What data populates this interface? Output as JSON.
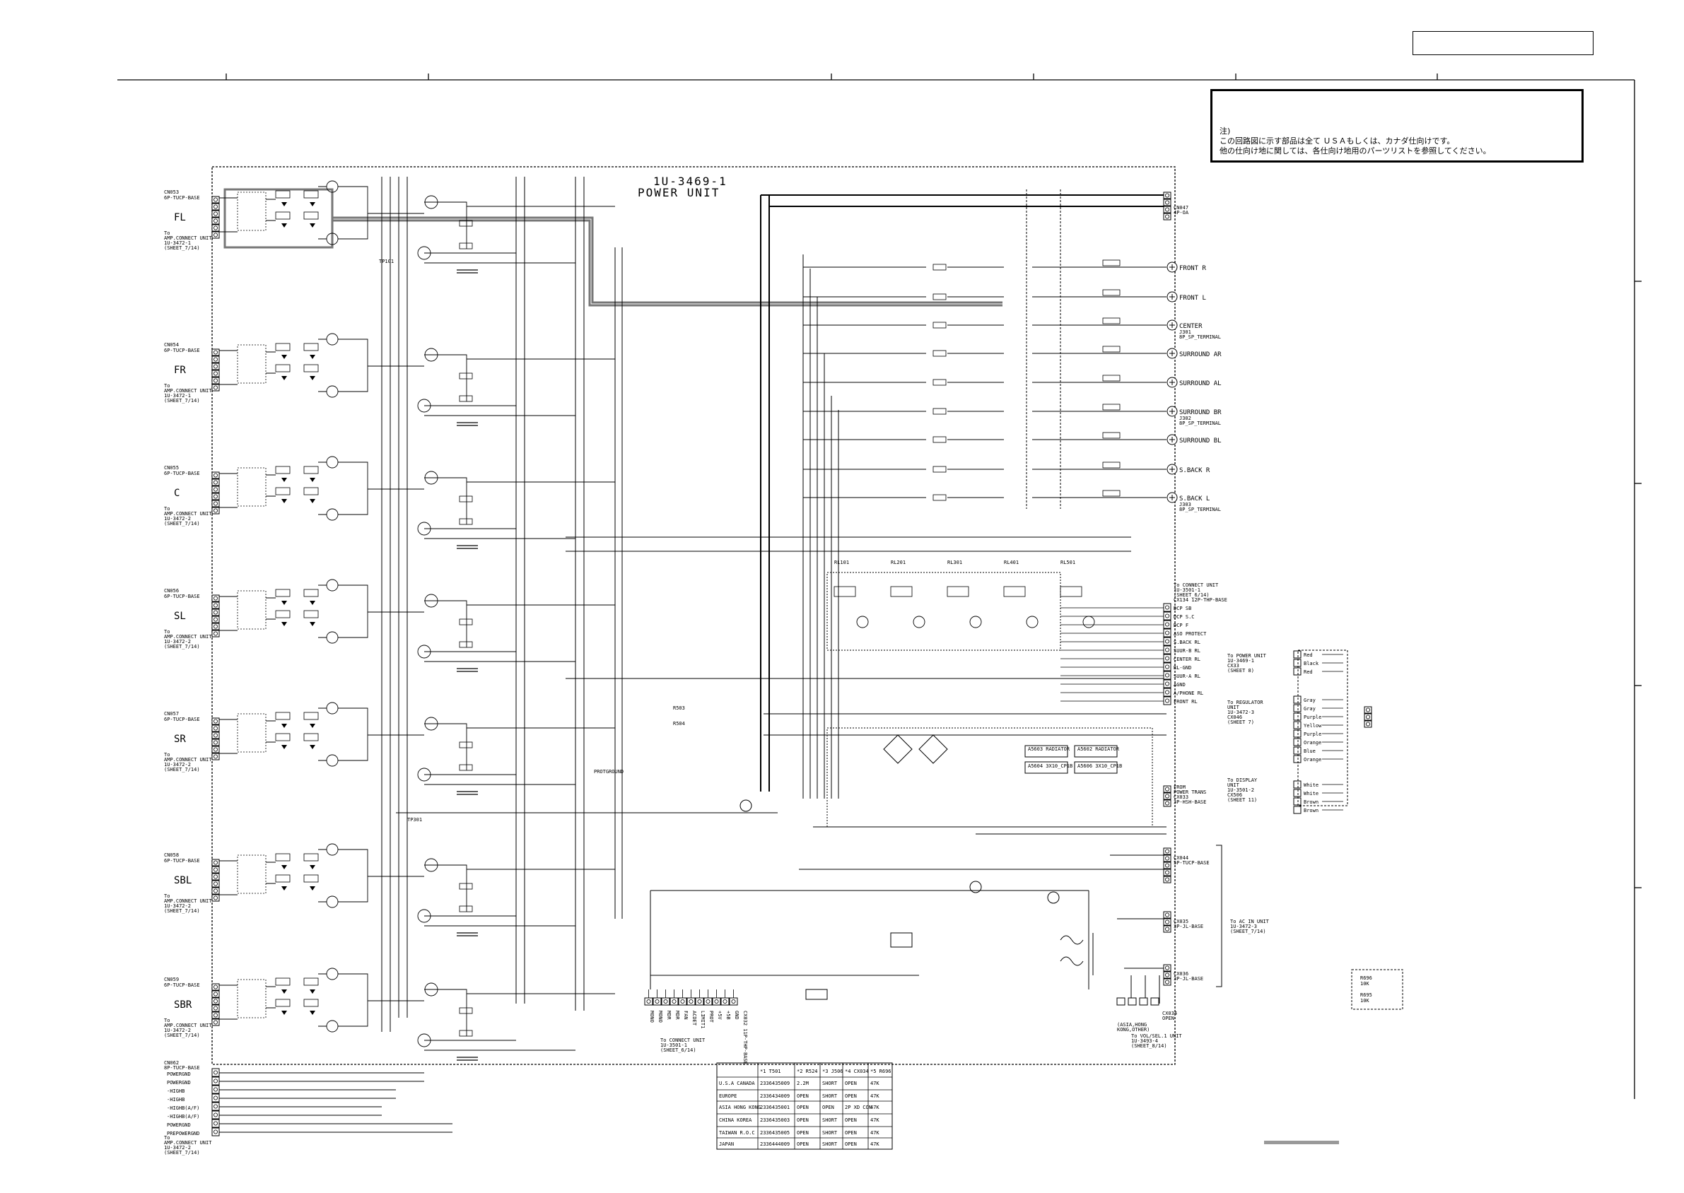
{
  "board": {
    "title_1": "1U-3469-1",
    "title_2": "POWER UNIT"
  },
  "note": {
    "line1": "注)",
    "line2": "この回路図に示す部品は全て ＵＳＡもしくは、カナダ仕向けです。",
    "line3": "他の仕向け地に関しては、各仕向け地用のパーツリストを参照してください。"
  },
  "channels": [
    {
      "name": "FL",
      "cn": "CN053",
      "conn": "6P-TUCP-BASE",
      "to1": "To",
      "to2": "AMP.CONNECT UNIT",
      "to3": "1U-3472-1",
      "to4": "(SHEET_7/14)"
    },
    {
      "name": "FR",
      "cn": "CN054",
      "conn": "6P-TUCP-BASE",
      "to1": "To",
      "to2": "AMP.CONNECT UNIT",
      "to3": "1U-3472-1",
      "to4": "(SHEET_7/14)"
    },
    {
      "name": "C",
      "cn": "CN055",
      "conn": "6P-TUCP-BASE",
      "to1": "To",
      "to2": "AMP.CONNECT UNIT",
      "to3": "1U-3472-2",
      "to4": "(SHEET_7/14)"
    },
    {
      "name": "SL",
      "cn": "CN056",
      "conn": "6P-TUCP-BASE",
      "to1": "To",
      "to2": "AMP.CONNECT UNIT",
      "to3": "1U-3472-2",
      "to4": "(SHEET_7/14)"
    },
    {
      "name": "SR",
      "cn": "CN057",
      "conn": "6P-TUCP-BASE",
      "to1": "To",
      "to2": "AMP.CONNECT UNIT",
      "to3": "1U-3472-2",
      "to4": "(SHEET_7/14)"
    },
    {
      "name": "SBL",
      "cn": "CN058",
      "conn": "6P-TUCP-BASE",
      "to1": "To",
      "to2": "AMP.CONNECT UNIT",
      "to3": "1U-3472-2",
      "to4": "(SHEET_7/14)"
    },
    {
      "name": "SBR",
      "cn": "CN059",
      "conn": "6P-TUCP-BASE",
      "to1": "To",
      "to2": "AMP.CONNECT UNIT",
      "to3": "1U-3472-2",
      "to4": "(SHEET_7/14)"
    }
  ],
  "power_labels": [
    "POWERGND",
    "POWERGND",
    "-HIGHB",
    "-HIGHB",
    "-HIGHB(A/F)",
    "-HIGHB(A/F)",
    "POWERGND",
    "PREPOWERGND"
  ],
  "power_cn": {
    "cn": "CN062",
    "conn": "8P-TUCP-BASE",
    "to1": "To",
    "to2": "AMP.CONNECT UNIT",
    "to3": "1U-3472-2",
    "to4": "(SHEET_7/14)"
  },
  "outputs": [
    {
      "label": "FRONT R"
    },
    {
      "label": "FRONT L"
    },
    {
      "label": "CENTER"
    },
    {
      "label": "SURROUND AR"
    },
    {
      "label": "SURROUND AL"
    },
    {
      "label": "SURROUND BR"
    },
    {
      "label": "SURROUND BL"
    },
    {
      "label": "S.BACK R"
    },
    {
      "label": "S.BACK L"
    }
  ],
  "terminals": {
    "front_cn": "CN047",
    "front_conn": "4P-OA",
    "j301": "J301",
    "j301_type": "8P_SP_TERMINAL",
    "j302": "J302",
    "j302_type": "8P_SP_TERMINAL",
    "j303": "J303",
    "j303_type": "8P_SP_TERMINAL"
  },
  "ctrl_header": {
    "to1": "To CONNECT UNIT",
    "to2": "1U-3501-1",
    "to3": "(SHEET_6/14)",
    "cn": "CX134",
    "conn": "12P-THP-BASE"
  },
  "ctrl_signals": [
    "DCP SB",
    "DCP S.C",
    "DCP F",
    "ASO PROTECT",
    "S.BACK RL",
    "SUUR-B RL",
    "CENTER RL",
    "RL-GND",
    "SUUR-A RL",
    "AGND",
    "A/PHONE RL",
    "FRONT RL"
  ],
  "relays": [
    "RL101",
    "RL201",
    "RL301",
    "RL401",
    "RL501"
  ],
  "from_trans": {
    "l1": "FROM",
    "l2": "POWER TRANS",
    "cn": "CX033",
    "conn": "3P-HSH-BASE"
  },
  "ac_in": {
    "l1": "To AC IN UNIT",
    "l2": "1U-3472-3",
    "l3": "(SHEET_7/14)",
    "cn1": "CX044",
    "conn1": "5P-TUCP-BASE",
    "cn2": "CX035",
    "conn2": "3P-JL-BASE",
    "cn3": "CX036",
    "conn3": "3P-JL-BASE"
  },
  "bottom_conn": {
    "pins": [
      "MONO",
      "MONO",
      "MDR",
      "MDR",
      "FAN",
      "ACDET",
      "LIMIT1",
      "PROT",
      "+5V",
      "+5B",
      "GND"
    ],
    "cn": "CX032",
    "conn": "11P-THP-BASE",
    "to1": "To CONNECT UNIT",
    "to2": "1U-3501-1",
    "to3": "(SHEET_6/14)"
  },
  "vol_conn": {
    "cn": "CX034",
    "l1": "OPEN",
    "l2": "(ASIA,HONG",
    "l3": "KONG,OTHER)",
    "to1": "To VOL/SEL.1 UNIT",
    "to2": "1U-3493-4",
    "to3": "(SHEET_8/14)"
  },
  "right_conns": {
    "power": {
      "l1": "To POWER UNIT",
      "l2": "1U-3469-1",
      "l3": "CX33",
      "l4": "(SHEET 8)"
    },
    "regulator": {
      "l1": "To REGULATOR",
      "l2": "UNIT",
      "l3": "1U-3472-3",
      "l4": "CX046",
      "l5": "(SHEET 7)"
    },
    "display": {
      "l1": "To DISPLAY",
      "l2": "UNIT",
      "l3": "1U-3501-2",
      "l4": "CX506",
      "l5": "(SHEET 11)"
    },
    "wires": [
      "Red",
      "Black",
      "Red",
      "Gray",
      "Gray",
      "Purple",
      "Yellow",
      "Purple",
      "Orange",
      "Blue",
      "Orange",
      "White",
      "White",
      "Brown",
      "Brown"
    ]
  },
  "radiators": [
    "A5603 RADIATOR",
    "A5602 RADIATOR",
    "A5604 3X10_CP1B",
    "A5606 3X10_CP1B"
  ],
  "variant_table": {
    "headers": [
      "",
      "*1 T501",
      "*2 R524",
      "*3 J506",
      "*4 CX034",
      "*5 R696"
    ],
    "rows": [
      [
        "U.S.A CANADA",
        "2336435009",
        "2.2M",
        "SHORT",
        "OPEN",
        "47K"
      ],
      [
        "EUROPE",
        "2336434009",
        "OPEN",
        "SHORT",
        "OPEN",
        "47K"
      ],
      [
        "ASIA HONG KONG",
        "2336435001",
        "OPEN",
        "OPEN",
        "2P XD CON",
        "47K"
      ],
      [
        "CHINA KOREA",
        "2336435003",
        "OPEN",
        "SHORT",
        "OPEN",
        "47K"
      ],
      [
        "TAIWAN R.O.C",
        "2336435005",
        "OPEN",
        "SHORT",
        "OPEN",
        "47K"
      ],
      [
        "JAPAN",
        "2336444009",
        "OPEN",
        "SHORT",
        "OPEN",
        "47K"
      ]
    ]
  },
  "misc": {
    "tp101": "TP101",
    "tp301": "TP301",
    "prot_gnd": "PROTGROUND",
    "r503": "R503",
    "r504": "R504",
    "r696": "R696",
    "r696v": "10K",
    "r695": "R695",
    "r695v": "10K"
  }
}
